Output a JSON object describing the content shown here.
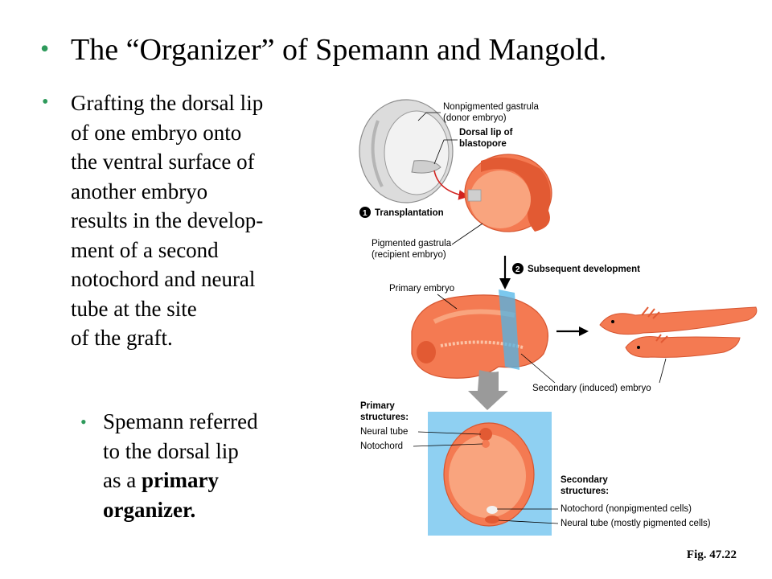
{
  "title": "The “Organizer” of Spemann and Mangold.",
  "paragraph_lines": [
    "Grafting the dorsal lip",
    "of one embryo onto",
    "the ventral surface of",
    "another embryo",
    "results in the develop-",
    "ment of a second",
    "notochord and neural",
    "tube at the site",
    "of the graft."
  ],
  "sub_lines": [
    "Spemann referred",
    "to the dorsal lip",
    "as a "
  ],
  "sub_bold_1": "primary",
  "sub_bold_2": "organizer.",
  "figure": {
    "donor_label_1": "Nonpigmented gastrula",
    "donor_label_2": "(donor embryo)",
    "dorsal_lip_1": "Dorsal lip of",
    "dorsal_lip_2": "blastopore",
    "step1_num": "1",
    "step1_label": "Transplantation",
    "recipient_1": "Pigmented gastrula",
    "recipient_2": "(recipient embryo)",
    "step2_num": "2",
    "step2_label": "Subsequent development",
    "primary_embryo": "Primary embryo",
    "secondary_embryo": "Secondary (induced) embryo",
    "primary_structures_1": "Primary",
    "primary_structures_2": "structures:",
    "neural_tube": "Neural tube",
    "notochord": "Notochord",
    "secondary_structures_1": "Secondary",
    "secondary_structures_2": "structures:",
    "sec_notochord": "Notochord (nonpigmented cells)",
    "sec_neural_tube": "Neural tube (mostly pigmented cells)"
  },
  "fig_caption": "Fig. 47.22",
  "colors": {
    "bullet": "#2e9a5b",
    "embryo": "#f47a52",
    "embryo_light": "#f9a47e",
    "panel_blue": "#8fd0f2",
    "donor_gray": "#d9d9d9"
  }
}
